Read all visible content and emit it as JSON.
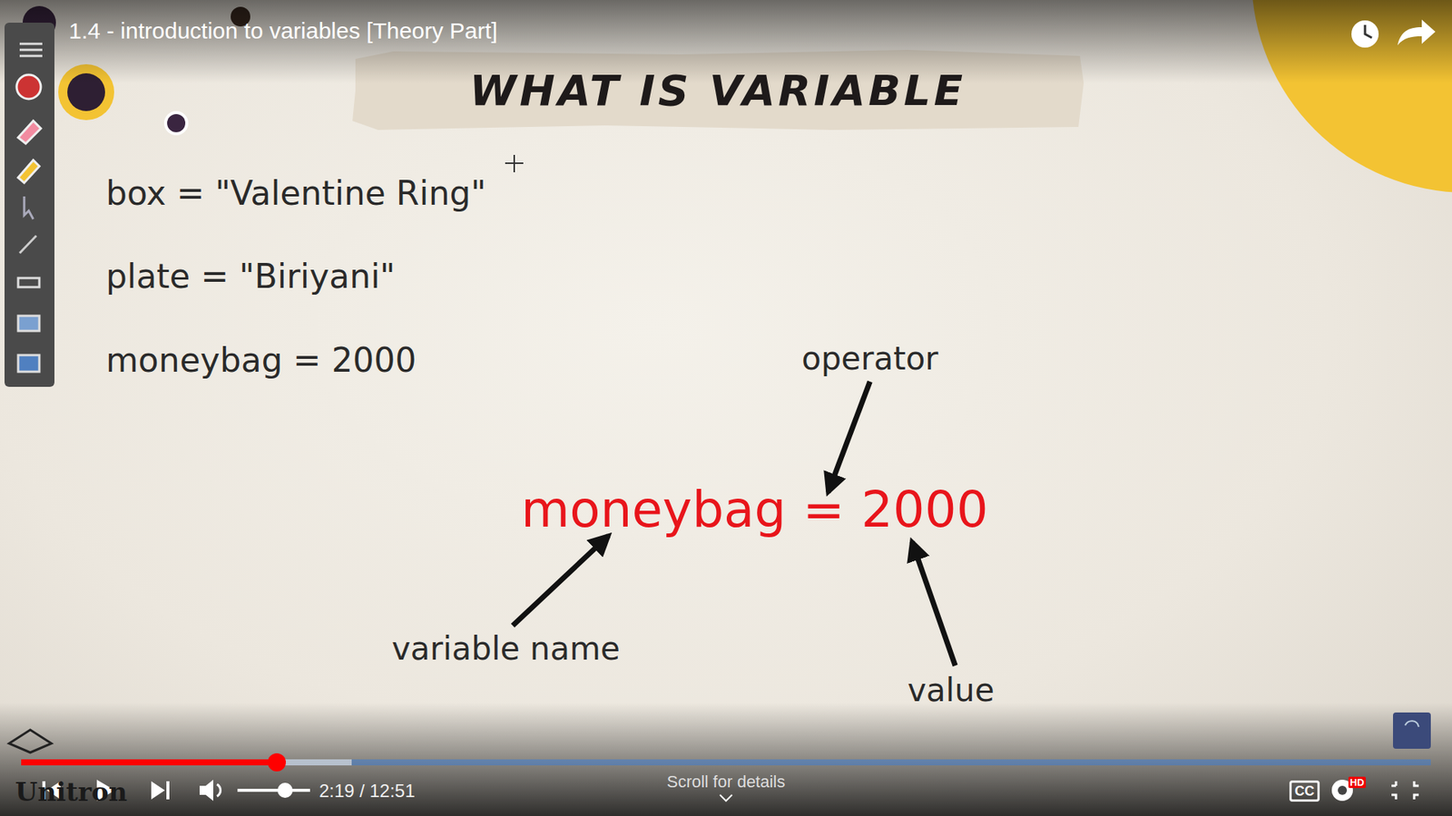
{
  "diagram": {
    "title": "WHAT IS VARIABLE",
    "labels": [
      "1.4 - introduction to variables [Theory Part]",
      "box = \"Valentine Ring\"",
      "plate = \"Biriyani\"",
      "moneybag = 2000",
      "operator",
      "moneybag",
      "=",
      "2000",
      "variable name",
      "value",
      "2:19 / 12:51",
      "Scroll for details",
      "CC",
      "HD",
      "Unitron"
    ]
  }
}
